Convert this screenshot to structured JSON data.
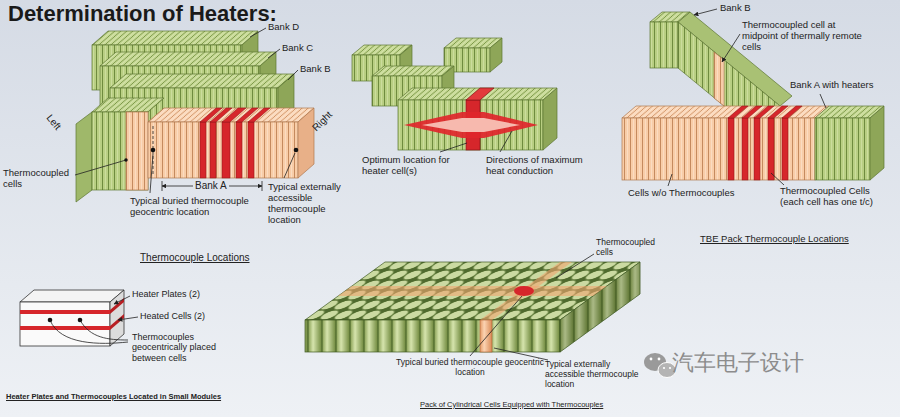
{
  "diagram": {
    "title": "Determination of Heaters:",
    "labels": [
      "Bank D",
      "Bank C",
      "Bank B",
      "Left",
      "Right",
      "Thermocoupled cells",
      "Typical buried thermocouple geocentric location",
      "Bank A",
      "Typical externally accessible thermocouple location",
      "Thermocouple Locations",
      "Optimum location for heater cell(s)",
      "Directions of maximum heat conduction",
      "Bank B",
      "Thermocoupled cell at midpoint of thermally remote cells",
      "Bank A with heaters",
      "Cells w/o Thermocouples",
      "Thermocoupled Cells (each cell has one t/c)",
      "TBE Pack Thermocouple Locations",
      "Heater Plates (2)",
      "Heated Cells (2)",
      "Thermocouples geocentrically placed between cells",
      "Heater Plates and Thermocouples Located in Small Modules",
      "Thermocoupled cells",
      "Typical buried thermocouple geocentric location",
      "Typical externally accessible thermocouple location",
      "Pack of Cylindrical Cells Equipped with Thermocouples",
      "汽车电子设计"
    ]
  }
}
